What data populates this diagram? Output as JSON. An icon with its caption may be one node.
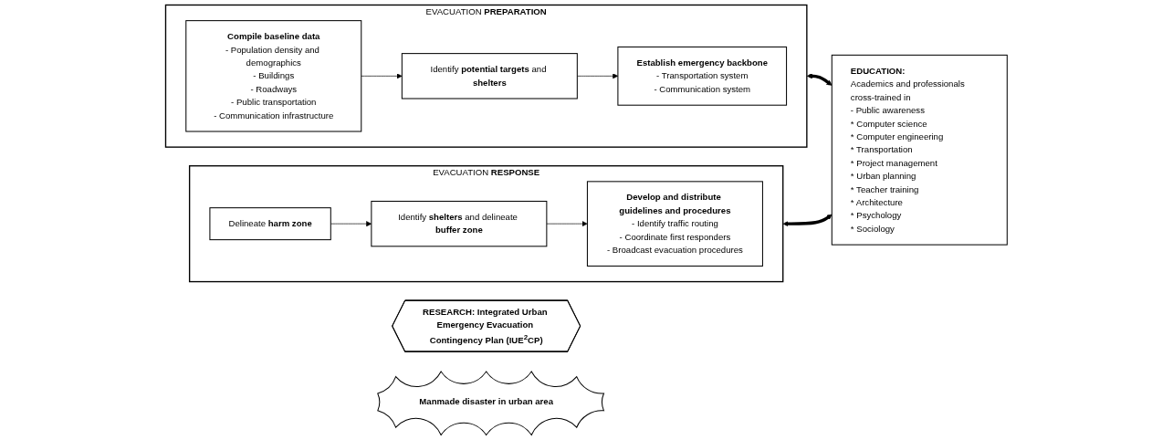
{
  "diagram": {
    "nodes": [
      {
        "text": [
          "**RESEARCH: Integrated Urban Emergency Evacuation Contingency Plan (IUE$^{2}$CP)**"
        ]
      },
      {
        "text": [
          "EVACUATION **PREPARATION**"
        ]
      },
      {
        "text": [
          "**Compile baseline data**",
          "- Population density and demographics",
          "- Buildings",
          "- Roadways",
          "- Public transportation",
          "- Communication infrastructure"
        ],
        "in": 1
      },
      {
        "text": [
          "Identify **potential targets** and **shelters**"
        ],
        "in": 1
      },
      {
        "text": [
          "**Establish emergency backbone**",
          "- Transportation system",
          "- Communication system"
        ],
        "in": 1
      },
      {
        "text": [
          "**Manmade disaster in urban area**"
        ]
      },
      {
        "text": [
          "EVACUATION **RESPONSE**"
        ]
      },
      {
        "text": [
          "Delineate **harm zone**"
        ],
        "in": 6
      },
      {
        "text": [
          "Identify **shelters** and delineate **buffer zone**"
        ],
        "in": 6
      },
      {
        "text": [
          "**Develop and distribute guidelines and procedures**",
          "- Identify traffic routing",
          "- Coordinate first responders",
          "- Broadcast evacuation procedures"
        ],
        "in": 6
      },
      {
        "text": [
          "**EDUCATION:**",
          "Academics and professionals cross-trained in",
          "- Public awareness",
          "* Computer science",
          "* Computer engineering",
          "* Transportation",
          "* Project management",
          "* Urban planning",
          "* Teacher training",
          "* Architecture",
          "* Psychology",
          "* Sociology"
        ]
      }
    ],
    "edges": [
      {
        "from": 2,
        "to": 3,
        "arrow": "to"
      },
      {
        "from": 3,
        "to": 4,
        "arrow": "to"
      },
      {
        "from": 7,
        "to": 8,
        "arrow": "to"
      },
      {
        "from": 8,
        "to": 9,
        "arrow": "to"
      },
      {
        "from": 1,
        "to": 10,
        "arrow": "both",
        "style": "thick"
      },
      {
        "from": 6,
        "to": 10,
        "arrow": "both",
        "style": "thick"
      }
    ]
  }
}
